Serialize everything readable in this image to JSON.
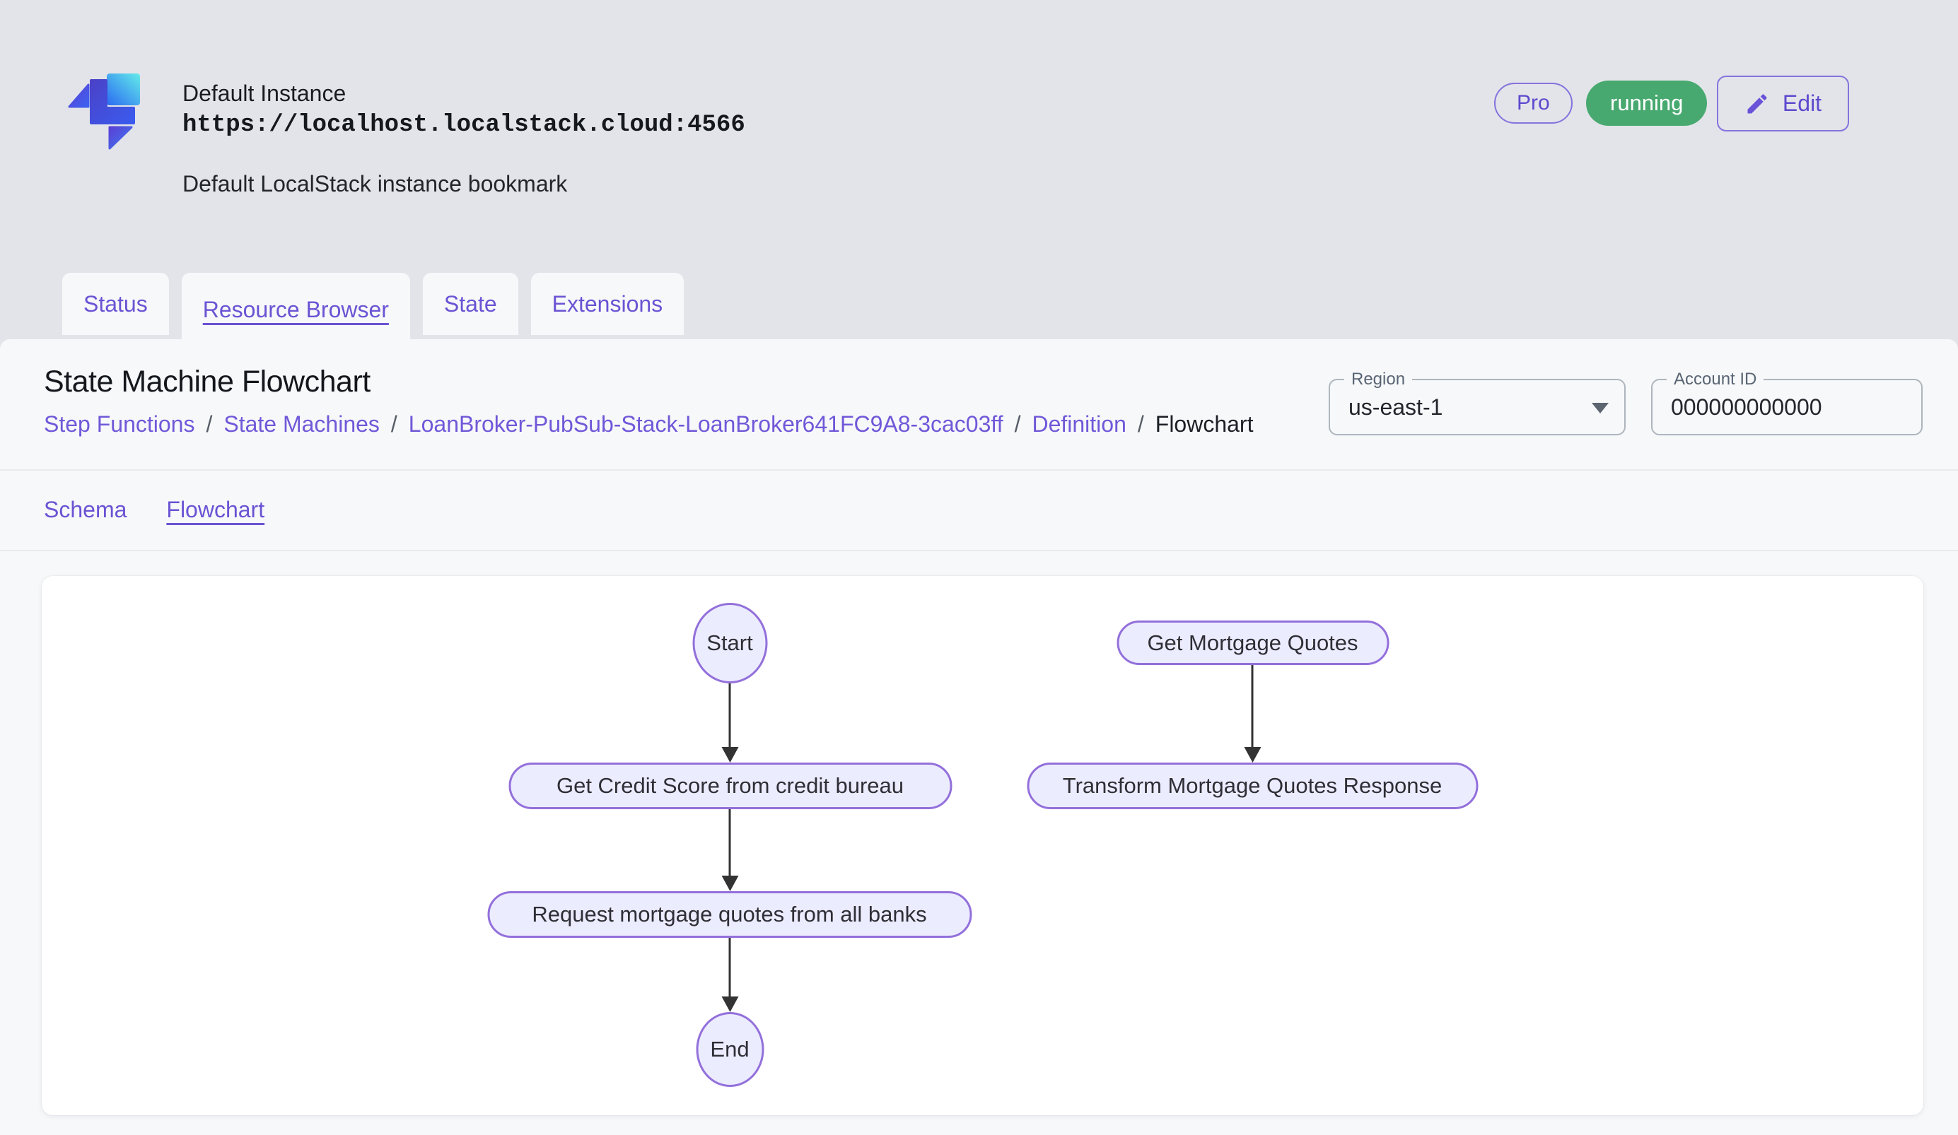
{
  "header": {
    "instance_name": "Default Instance",
    "instance_url": "https://localhost.localstack.cloud:4566",
    "instance_description": "Default LocalStack instance bookmark",
    "pro_badge_label": "Pro",
    "status_badge_label": "running",
    "edit_button_label": "Edit"
  },
  "icons": {
    "logo": "localstack-logo",
    "edit": "pencil-icon",
    "region_dropdown": "arrow-drop-down-icon"
  },
  "tabs": [
    {
      "label": "Status",
      "active": false
    },
    {
      "label": "Resource Browser",
      "active": true
    },
    {
      "label": "State",
      "active": false
    },
    {
      "label": "Extensions",
      "active": false
    }
  ],
  "page": {
    "title": "State Machine Flowchart",
    "breadcrumb": {
      "separator": "/",
      "items": [
        "Step Functions",
        "State Machines",
        "LoanBroker-PubSub-Stack-LoanBroker641FC9A8-3cac03ff",
        "Definition",
        "Flowchart"
      ]
    },
    "region_select": {
      "label": "Region",
      "value": "us-east-1"
    },
    "account_id_field": {
      "label": "Account ID",
      "value": "000000000000"
    },
    "subtabs": [
      {
        "label": "Schema",
        "active": false
      },
      {
        "label": "Flowchart",
        "active": true
      }
    ]
  },
  "flowchart": {
    "nodes": [
      {
        "id": "start",
        "label": "Start",
        "shape": "ellipse"
      },
      {
        "id": "get_credit_score",
        "label": "Get Credit Score from credit bureau",
        "shape": "stadium"
      },
      {
        "id": "request_quotes",
        "label": "Request mortgage quotes from all banks",
        "shape": "stadium"
      },
      {
        "id": "end",
        "label": "End",
        "shape": "ellipse"
      },
      {
        "id": "get_mortgage_quotes",
        "label": "Get Mortgage Quotes",
        "shape": "stadium"
      },
      {
        "id": "transform_response",
        "label": "Transform Mortgage Quotes Response",
        "shape": "stadium"
      }
    ],
    "edges": [
      {
        "from": "start",
        "to": "get_credit_score"
      },
      {
        "from": "get_credit_score",
        "to": "request_quotes"
      },
      {
        "from": "request_quotes",
        "to": "end"
      },
      {
        "from": "get_mortgage_quotes",
        "to": "transform_response"
      }
    ],
    "colors": {
      "node_fill": "#ECECFF",
      "node_border": "#9370DB",
      "edge": "#333333"
    }
  },
  "colors": {
    "accent_purple": "#6B53D3",
    "status_green": "#47A96F",
    "page_background": "#E2E4E9",
    "panel_background": "#F6F8FA"
  }
}
